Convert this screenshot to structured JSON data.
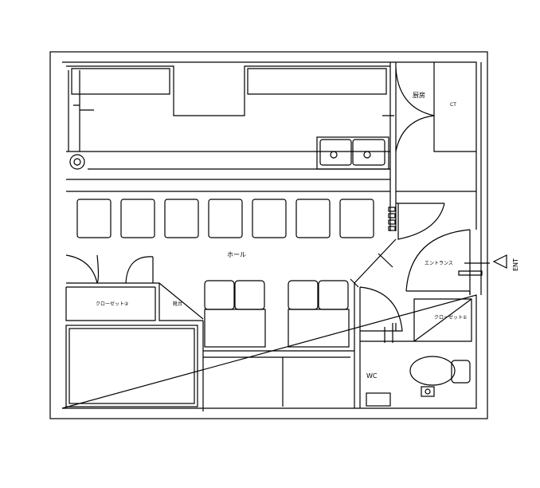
{
  "rooms": {
    "kitchen": "厨房",
    "ct": "CT",
    "hall": "ホール",
    "closet2": "クローゼット②",
    "stand": "靴台",
    "entrance": "エントランス",
    "closet1": "クローゼット①",
    "wc": "WC",
    "ent": "ENT"
  },
  "stool_count": 7
}
